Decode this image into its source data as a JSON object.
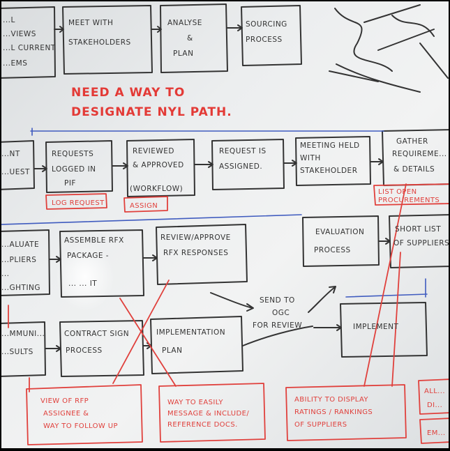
{
  "header": {
    "line1": "NEED A WAY TO",
    "line2": "DESIGNATE NYL PATH."
  },
  "row1": [
    {
      "line1": "...L",
      "line2": "...VIEWS",
      "line3": "...L CURRENT",
      "line4": "...EMS"
    },
    {
      "line1": "MEET WITH",
      "line2": "STAKEHOLDERS"
    },
    {
      "line1": "ANALYSE",
      "line2": "&",
      "line3": "PLAN"
    },
    {
      "line1": "SOURCING",
      "line2": "PROCESS"
    }
  ],
  "row2": [
    {
      "line1": "...NT",
      "line2": "...UEST"
    },
    {
      "line1": "REQUESTS",
      "line2": "LOGGED IN",
      "line3": "PIF"
    },
    {
      "line1": "REVIEWED",
      "line2": "& APPROVED",
      "line3": "(WORKFLOW)"
    },
    {
      "line1": "REQUEST IS",
      "line2": "ASSIGNED."
    },
    {
      "line1": "MEETING HELD",
      "line2": "WITH",
      "line3": "STAKEHOLDER"
    },
    {
      "line1": "GATHER",
      "line2": "REQUIREME...",
      "line3": "& DETAILS"
    }
  ],
  "row2_tags": {
    "log": "LOG REQUEST",
    "assign": "ASSIGN",
    "list": "LIST OPEN",
    "list2": "PROCUREMENTS"
  },
  "row3": [
    {
      "line1": "...ALUATE",
      "line2": "...PLIERS",
      "line3": "...",
      "line4": "...GHTING"
    },
    {
      "line1": "ASSEMBLE RFX",
      "line2": "PACKAGE -",
      "line3": "... ... IT"
    },
    {
      "line1": "REVIEW/APPROVE",
      "line2": "RFX RESPONSES"
    },
    {
      "line1": "EVALUATION",
      "line2": "PROCESS"
    },
    {
      "line1": "SHORT LIST",
      "line2": "OF SUPPLIERS"
    }
  ],
  "middle": {
    "line1": "SEND TO",
    "line2": "OGC",
    "line3": "FOR REVIEW"
  },
  "row4": [
    {
      "line1": "...MMUNI...",
      "line2": "...SULTS"
    },
    {
      "line1": "CONTRACT SIGN",
      "line2": "PROCESS"
    },
    {
      "line1": "IMPLEMENTATION",
      "line2": "PLAN"
    },
    {
      "line1": "IMPLEMENT"
    }
  ],
  "notes": [
    {
      "line1": "VIEW OF RFP",
      "line2": "ASSIGNEE &",
      "line3": "WAY TO FOLLOW UP"
    },
    {
      "line1": "WAY TO EASILY",
      "line2": "MESSAGE & INCLUDE/",
      "line3": "REFERENCE DOCS."
    },
    {
      "line1": "ABILITY TO DISPLAY",
      "line2": "RATINGS / RANKINGS",
      "line3": "OF SUPPLIERS"
    },
    {
      "line1": "ALL...",
      "line2": "DI..."
    },
    {
      "line1": "EM..."
    }
  ],
  "colors": {
    "black_marker": "#333333",
    "red_marker": "#e0403c",
    "blue_marker": "#3f5bbf",
    "board": "#eceeef"
  }
}
